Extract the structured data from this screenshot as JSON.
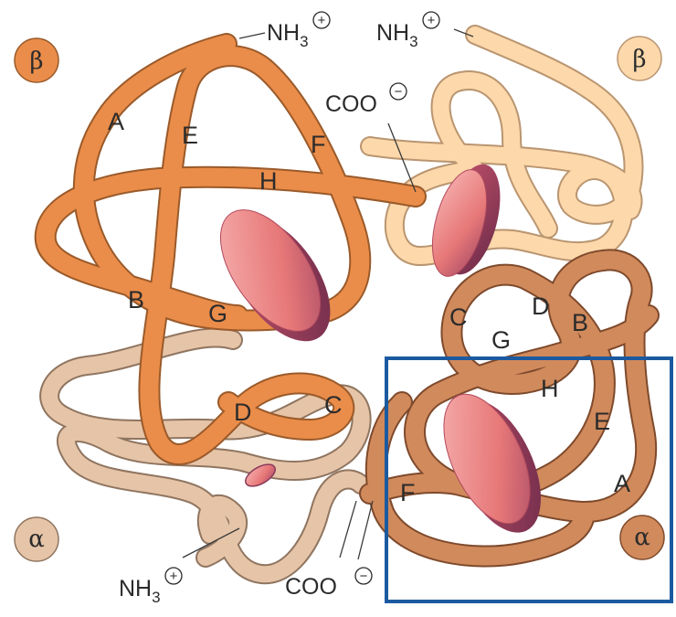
{
  "subunits": {
    "beta1": {
      "badge": "β",
      "color": "#ea8d4a",
      "helices": [
        "A",
        "B",
        "E",
        "F",
        "G",
        "H",
        "D",
        "C"
      ]
    },
    "beta2": {
      "badge": "β",
      "color": "#fbd3a2",
      "helices": []
    },
    "alpha1": {
      "badge": "α",
      "color": "#e6c4a8",
      "helices": []
    },
    "alpha2": {
      "badge": "α",
      "color": "#d18a5c",
      "helices": [
        "A",
        "B",
        "C",
        "D",
        "E",
        "F",
        "G",
        "H"
      ]
    }
  },
  "termini": {
    "beta1_n": {
      "base": "NH",
      "sub": "3",
      "charge": "+"
    },
    "beta2_n": {
      "base": "NH",
      "sub": "3",
      "charge": "+"
    },
    "beta1_c": {
      "base": "COO",
      "charge": "−"
    },
    "alpha1_n": {
      "base": "NH",
      "sub": "3",
      "charge": "+"
    },
    "alpha1_c": {
      "base": "COO",
      "charge": "−"
    }
  },
  "colors": {
    "heme_light": "#f4a3a3",
    "heme_dark": "#8a3a5a",
    "highlight_box": "#1b5aa0",
    "outline": "#7a5a40"
  }
}
